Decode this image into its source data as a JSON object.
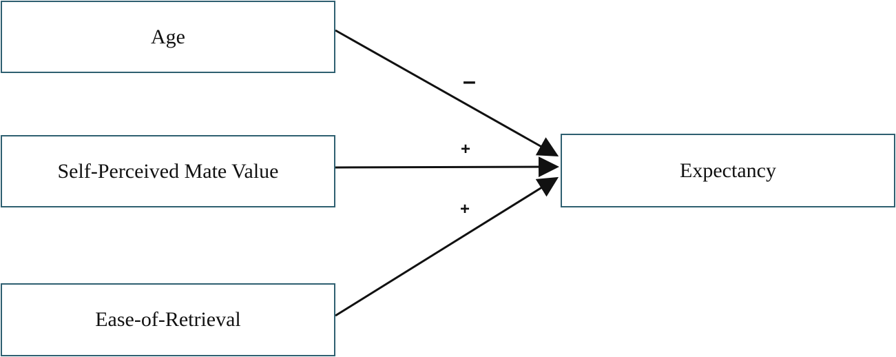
{
  "nodes": {
    "age": "Age",
    "mate_value": "Self-Perceived Mate Value",
    "ease": "Ease-of-Retrieval",
    "expectancy": "Expectancy"
  },
  "edges": [
    {
      "from": "age",
      "to": "expectancy",
      "sign": "–"
    },
    {
      "from": "mate_value",
      "to": "expectancy",
      "sign": "+"
    },
    {
      "from": "ease",
      "to": "expectancy",
      "sign": "+"
    }
  ],
  "colors": {
    "box_border": "#2e5f70",
    "arrow": "#111111"
  }
}
